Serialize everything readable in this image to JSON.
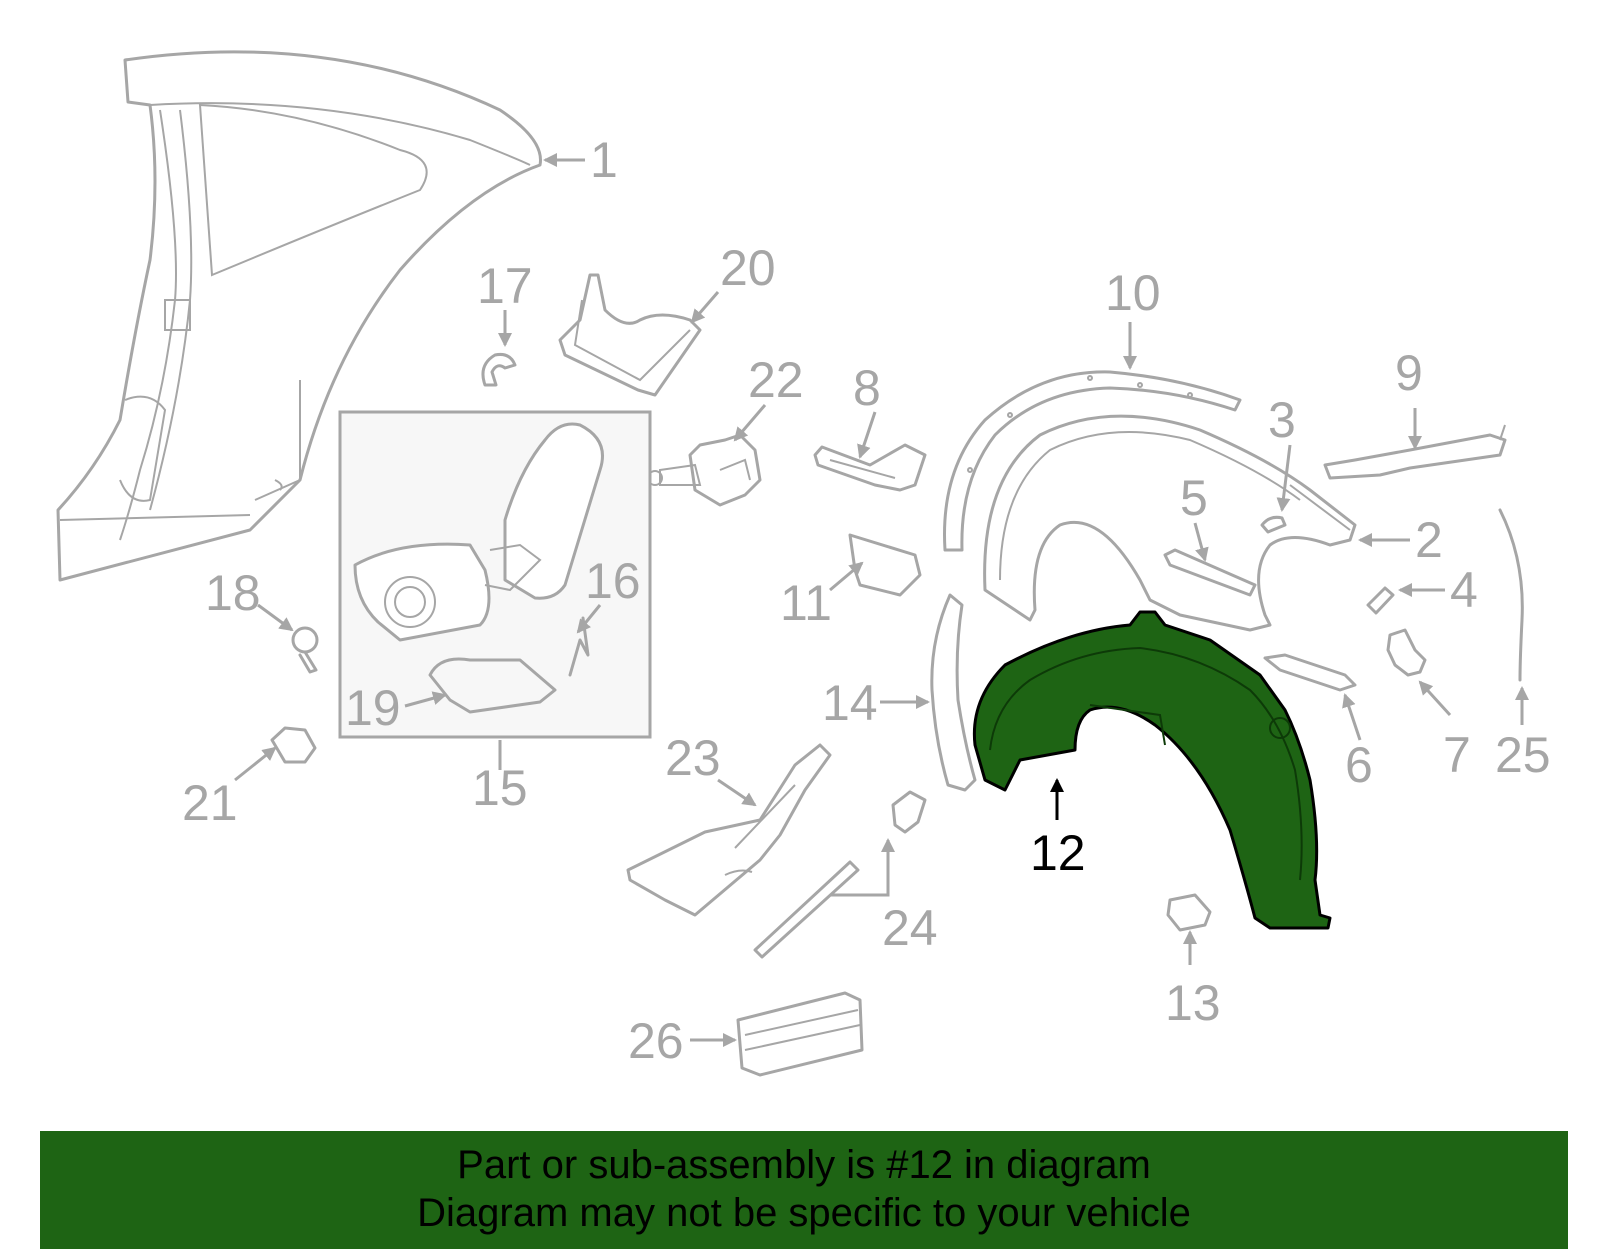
{
  "diagram": {
    "callouts": [
      {
        "id": "1",
        "label": "1"
      },
      {
        "id": "2",
        "label": "2"
      },
      {
        "id": "3",
        "label": "3"
      },
      {
        "id": "4",
        "label": "4"
      },
      {
        "id": "5",
        "label": "5"
      },
      {
        "id": "6",
        "label": "6"
      },
      {
        "id": "7",
        "label": "7"
      },
      {
        "id": "8",
        "label": "8"
      },
      {
        "id": "9",
        "label": "9"
      },
      {
        "id": "10",
        "label": "10"
      },
      {
        "id": "11",
        "label": "11"
      },
      {
        "id": "12",
        "label": "12",
        "highlighted": true
      },
      {
        "id": "13",
        "label": "13"
      },
      {
        "id": "14",
        "label": "14"
      },
      {
        "id": "15",
        "label": "15"
      },
      {
        "id": "16",
        "label": "16"
      },
      {
        "id": "17",
        "label": "17"
      },
      {
        "id": "18",
        "label": "18"
      },
      {
        "id": "19",
        "label": "19"
      },
      {
        "id": "20",
        "label": "20"
      },
      {
        "id": "21",
        "label": "21"
      },
      {
        "id": "22",
        "label": "22"
      },
      {
        "id": "23",
        "label": "23"
      },
      {
        "id": "24",
        "label": "24"
      },
      {
        "id": "25",
        "label": "25"
      },
      {
        "id": "26",
        "label": "26"
      }
    ],
    "highlight_color": "#1e6414",
    "line_color": "#a6a6a6"
  },
  "banner": {
    "line1": "Part or sub-assembly is #12 in diagram",
    "line2": "Diagram may not be specific to your vehicle",
    "background": "#1e6414"
  }
}
